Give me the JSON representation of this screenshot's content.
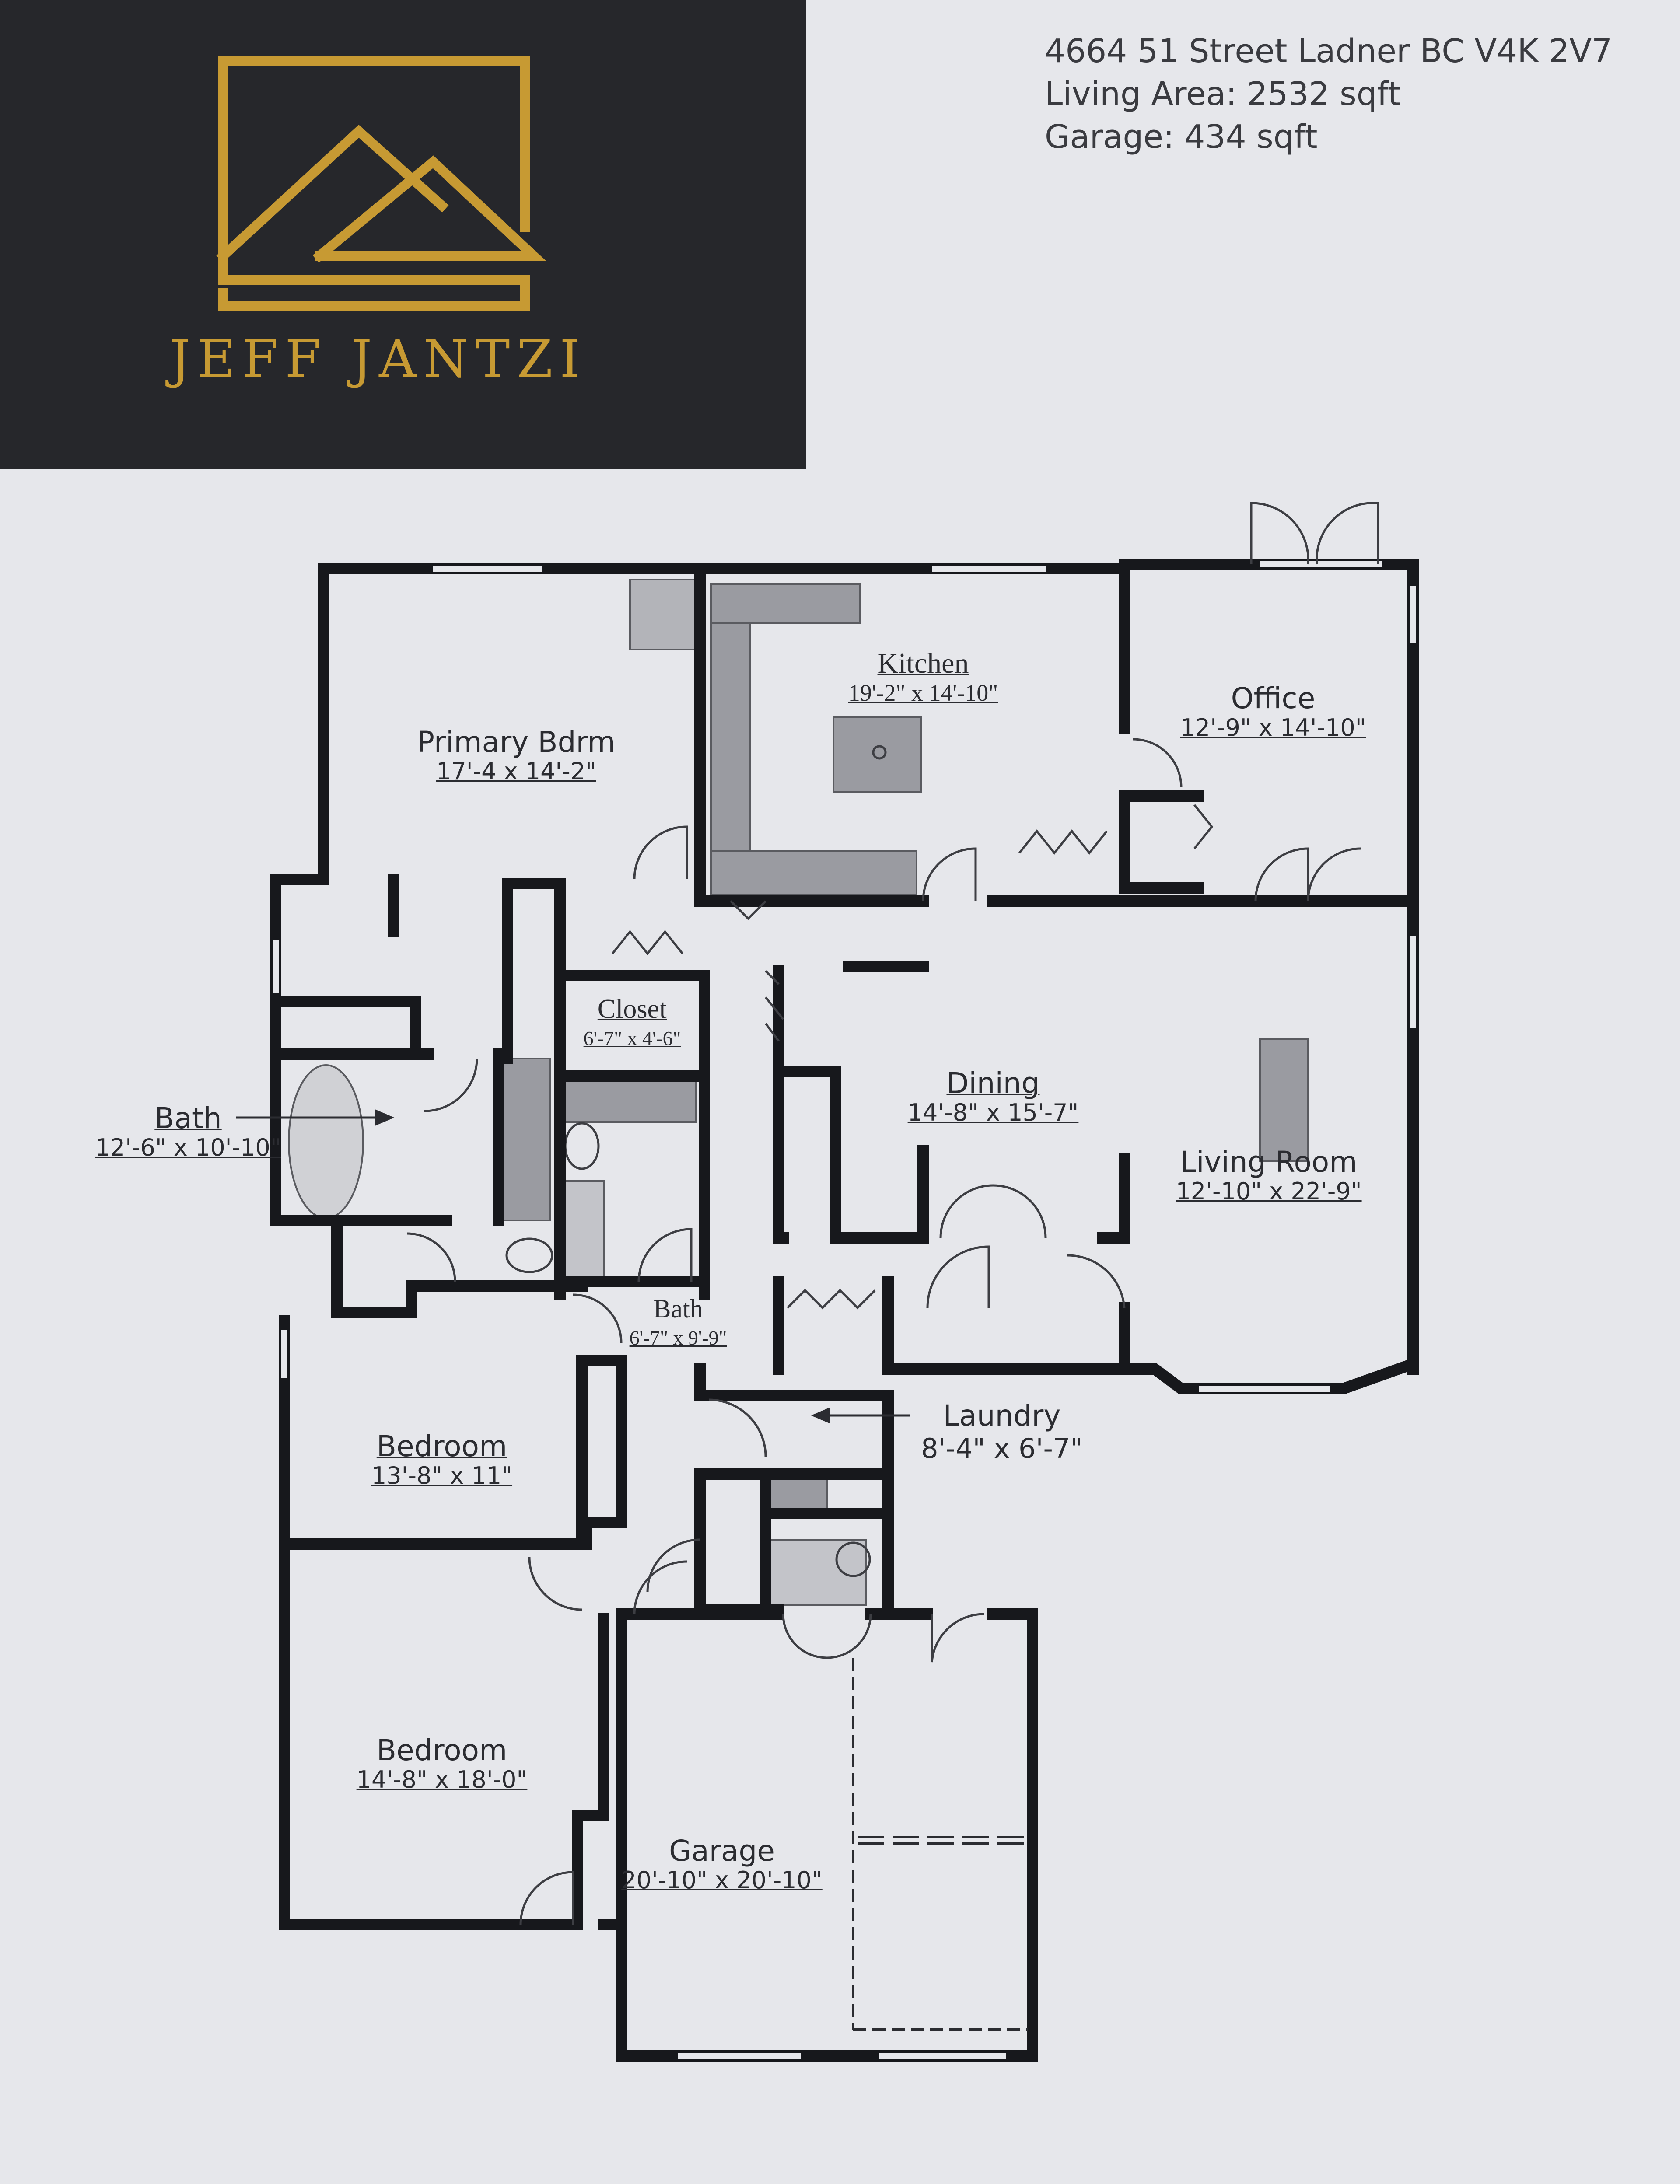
{
  "brand": {
    "name": "JEFF JANTZI",
    "logo_icon": "house-roof-logo-icon",
    "background_color": "#26272b",
    "accent_color": "#c79a33"
  },
  "listing": {
    "address": "4664 51 Street Ladner BC V4K 2V7",
    "living_area": "Living Area: 2532 sqft",
    "garage_area": "Garage: 434 sqft"
  },
  "rooms": [
    {
      "name": "Kitchen",
      "dims": "19'-2\" x 14'-10\""
    },
    {
      "name": "Office",
      "dims": "12'-9\" x 14'-10\""
    },
    {
      "name": "Primary Bdrm",
      "dims": "17'-4 x 14'-2\""
    },
    {
      "name": "Closet",
      "dims": "6'-7\" x 4'-6\""
    },
    {
      "name": "Dining",
      "dims": "14'-8\" x 15'-7\""
    },
    {
      "name": "Living Room",
      "dims": "12'-10\" x 22'-9\""
    },
    {
      "name": "Bath",
      "dims": "12'-6\" x 10'-10\""
    },
    {
      "name": "Bath",
      "dims": "6'-7\" x 9'-9\""
    },
    {
      "name": "Laundry",
      "dims": "8'-4\" x 6'-7\""
    },
    {
      "name": "Bedroom",
      "dims": "13'-8\" x 11\""
    },
    {
      "name": "Bedroom",
      "dims": "14'-8\" x 18'-0\""
    },
    {
      "name": "Garage",
      "dims": "20'-10\" x 20'-10\""
    }
  ],
  "colors": {
    "wall": "#17181c",
    "fixture": "#8d8e94",
    "page": "#e6e7eb"
  }
}
